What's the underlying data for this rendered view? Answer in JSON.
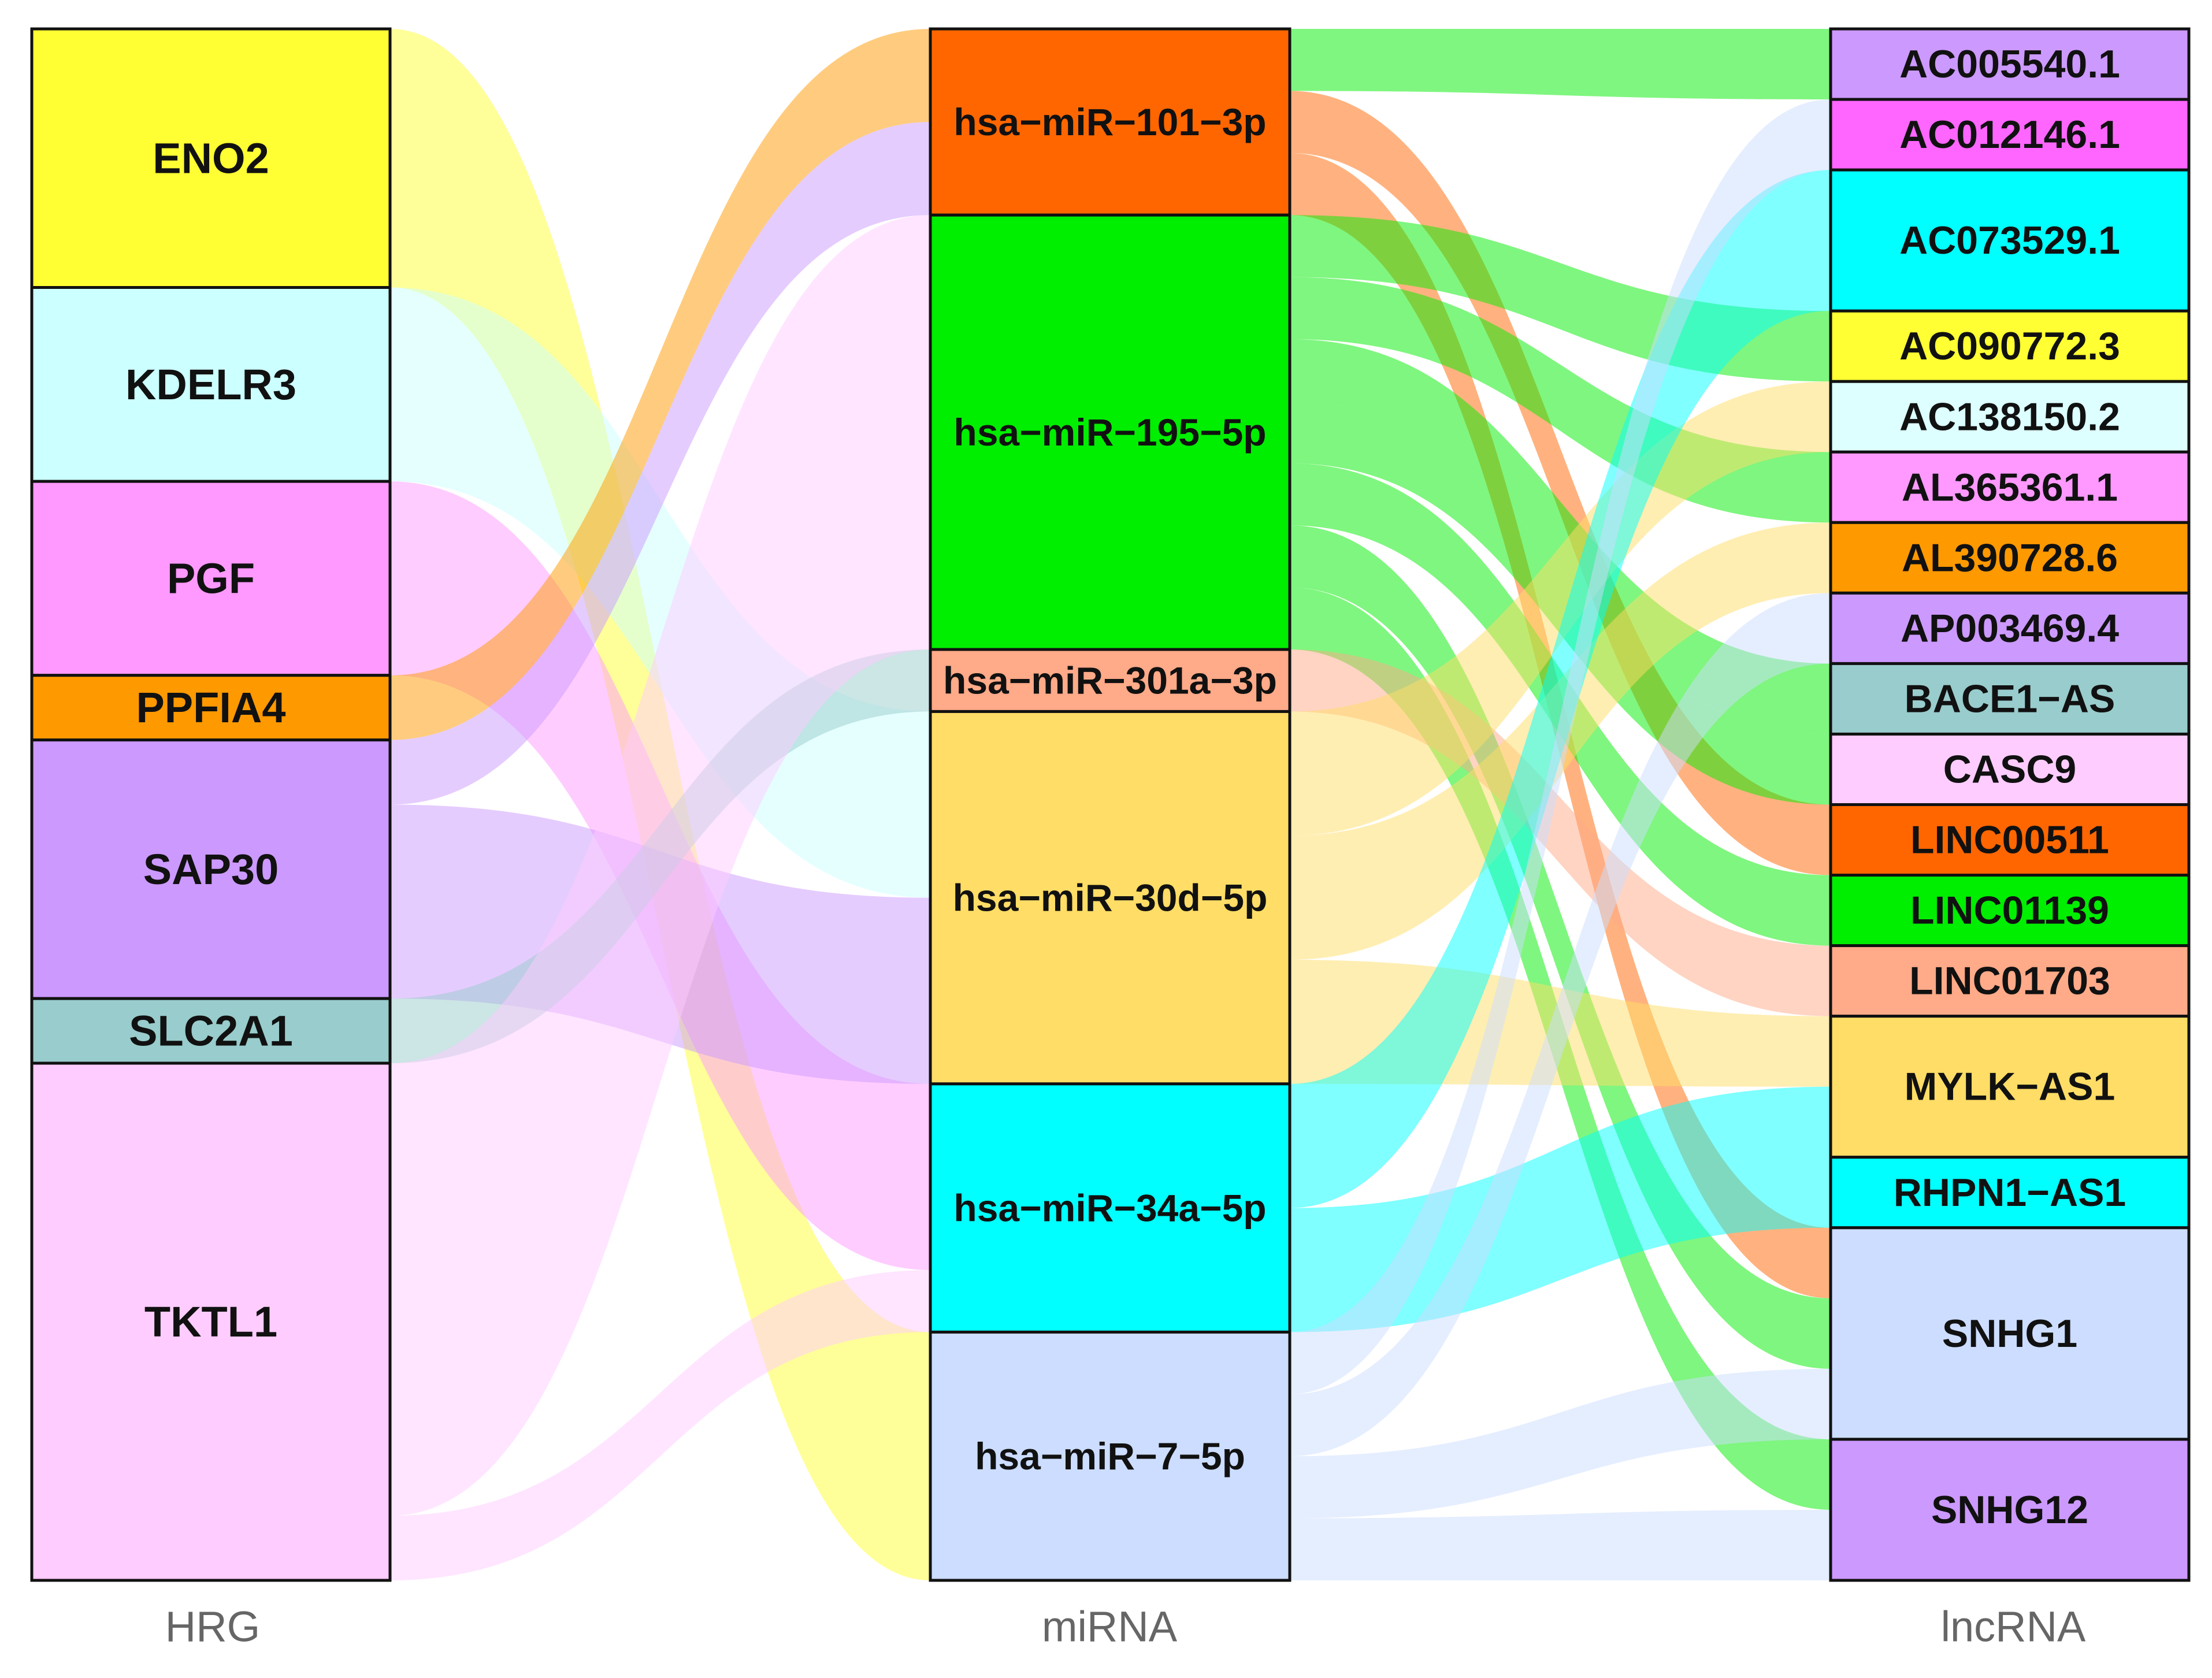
{
  "chart_data": {
    "type": "sankey",
    "columns": [
      {
        "key": "HRG",
        "label": "HRG"
      },
      {
        "key": "miRNA",
        "label": "miRNA"
      },
      {
        "key": "lncRNA",
        "label": "lncRNA"
      }
    ],
    "nodes": {
      "HRG": [
        {
          "id": "ENO2",
          "label": "ENO2",
          "color": "#FFFF33"
        },
        {
          "id": "KDELR3",
          "label": "KDELR3",
          "color": "#CCFFFF"
        },
        {
          "id": "PGF",
          "label": "PGF",
          "color": "#FF99FF"
        },
        {
          "id": "PPFIA4",
          "label": "PPFIA4",
          "color": "#FF9900"
        },
        {
          "id": "SAP30",
          "label": "SAP30",
          "color": "#CC99FF"
        },
        {
          "id": "SLC2A1",
          "label": "SLC2A1",
          "color": "#99CCCC"
        },
        {
          "id": "TKTL1",
          "label": "TKTL1",
          "color": "#FFCCFF"
        }
      ],
      "miRNA": [
        {
          "id": "miR101",
          "label": "hsa−miR−101−3p",
          "color": "#FF6600"
        },
        {
          "id": "miR195",
          "label": "hsa−miR−195−5p",
          "color": "#00EE00"
        },
        {
          "id": "miR301",
          "label": "hsa−miR−301a−3p",
          "color": "#FFAA88"
        },
        {
          "id": "miR30d",
          "label": "hsa−miR−30d−5p",
          "color": "#FFDD66"
        },
        {
          "id": "miR34a",
          "label": "hsa−miR−34a−5p",
          "color": "#00FFFF"
        },
        {
          "id": "miR7",
          "label": "hsa−miR−7−5p",
          "color": "#CCDDFF"
        }
      ],
      "lncRNA": [
        {
          "id": "AC005540",
          "label": "AC005540.1",
          "color": "#CC99FF"
        },
        {
          "id": "AC012146",
          "label": "AC012146.1",
          "color": "#FF66FF"
        },
        {
          "id": "AC073529",
          "label": "AC073529.1",
          "color": "#00FFFF"
        },
        {
          "id": "AC090772",
          "label": "AC090772.3",
          "color": "#FFFF33"
        },
        {
          "id": "AC138150",
          "label": "AC138150.2",
          "color": "#DDFFFF"
        },
        {
          "id": "AL365361",
          "label": "AL365361.1",
          "color": "#FF99FF"
        },
        {
          "id": "AL390728",
          "label": "AL390728.6",
          "color": "#FF9900"
        },
        {
          "id": "AP003469",
          "label": "AP003469.4",
          "color": "#CC99FF"
        },
        {
          "id": "BACE1AS",
          "label": "BACE1−AS",
          "color": "#99CCCC"
        },
        {
          "id": "CASC9",
          "label": "CASC9",
          "color": "#FFCCFF"
        },
        {
          "id": "LINC00511",
          "label": "LINC00511",
          "color": "#FF6600"
        },
        {
          "id": "LINC01139",
          "label": "LINC01139",
          "color": "#00EE00"
        },
        {
          "id": "LINC01703",
          "label": "LINC01703",
          "color": "#FFAA88"
        },
        {
          "id": "MYLKAS1",
          "label": "MYLK−AS1",
          "color": "#FFDD66"
        },
        {
          "id": "RHPN1AS1",
          "label": "RHPN1−AS1",
          "color": "#00FFFF"
        },
        {
          "id": "SNHG1",
          "label": "SNHG1",
          "color": "#CCDDFF"
        },
        {
          "id": "SNHG12",
          "label": "SNHG12",
          "color": "#CC99FF"
        }
      ]
    },
    "links_hrg_mirna": [
      {
        "source": "ENO2",
        "target": "miR7",
        "value": 4,
        "color": "#FFFF33"
      },
      {
        "source": "KDELR3",
        "target": "miR30d",
        "value": 3,
        "color": "#CCFFFF"
      },
      {
        "source": "PGF",
        "target": "miR34a",
        "value": 3,
        "color": "#FF99FF"
      },
      {
        "source": "PPFIA4",
        "target": "miR101",
        "value": 1,
        "color": "#FF9900"
      },
      {
        "source": "SAP30",
        "target": "miR101",
        "value": 1,
        "color": "#CC99FF"
      },
      {
        "source": "SAP30",
        "target": "miR30d",
        "value": 3,
        "color": "#CC99FF"
      },
      {
        "source": "SLC2A1",
        "target": "miR301",
        "value": 1,
        "color": "#99CCCC"
      },
      {
        "source": "TKTL1",
        "target": "miR195",
        "value": 7,
        "color": "#FFCCFF"
      },
      {
        "source": "TKTL1",
        "target": "miR34a",
        "value": 1,
        "color": "#FFCCFF"
      }
    ],
    "links_mirna_lncrna": [
      {
        "source": "miR101",
        "target": "AC005540",
        "value": 1,
        "color": "#00EE00"
      },
      {
        "source": "miR101",
        "target": "SNHG1",
        "value": 1,
        "color": "#FF6600"
      },
      {
        "source": "miR101",
        "target": "LINC00511",
        "value": 1,
        "color": "#FF6600"
      },
      {
        "source": "miR195",
        "target": "AC090772",
        "value": 1,
        "color": "#00EE00"
      },
      {
        "source": "miR195",
        "target": "LINC01139",
        "value": 1,
        "color": "#00EE00"
      },
      {
        "source": "miR195",
        "target": "AL365361",
        "value": 1,
        "color": "#00EE00"
      },
      {
        "source": "miR195",
        "target": "SNHG1",
        "value": 1,
        "color": "#00EE00"
      },
      {
        "source": "miR195",
        "target": "SNHG12",
        "value": 1,
        "color": "#00EE00"
      },
      {
        "source": "miR195",
        "target": "BACE1AS",
        "value": 1,
        "color": "#00EE00"
      },
      {
        "source": "miR195",
        "target": "CASC9",
        "value": 1,
        "color": "#00EE00"
      },
      {
        "source": "miR301",
        "target": "LINC01703",
        "value": 1,
        "color": "#FFAA88"
      },
      {
        "source": "miR30d",
        "target": "AC138150",
        "value": 1,
        "color": "#FFDD66"
      },
      {
        "source": "miR30d",
        "target": "MYLKAS1",
        "value": 1,
        "color": "#FFDD66"
      },
      {
        "source": "miR30d",
        "target": "AL390728",
        "value": 1,
        "color": "#FFDD66"
      },
      {
        "source": "miR34a",
        "target": "AC073529",
        "value": 2,
        "color": "#00FFFF"
      },
      {
        "source": "miR34a",
        "target": "RHPN1AS1",
        "value": 1,
        "color": "#00FFFF"
      },
      {
        "source": "miR34a",
        "target": "MYLKAS1",
        "value": 1,
        "color": "#00FFFF"
      },
      {
        "source": "miR7",
        "target": "AC012146",
        "value": 1,
        "color": "#CCDDFF"
      },
      {
        "source": "miR7",
        "target": "AP003469",
        "value": 1,
        "color": "#CCDDFF"
      },
      {
        "source": "miR7",
        "target": "SNHG1",
        "value": 1,
        "color": "#CCDDFF"
      },
      {
        "source": "miR7",
        "target": "SNHG12",
        "value": 1,
        "color": "#CCDDFF"
      }
    ]
  }
}
